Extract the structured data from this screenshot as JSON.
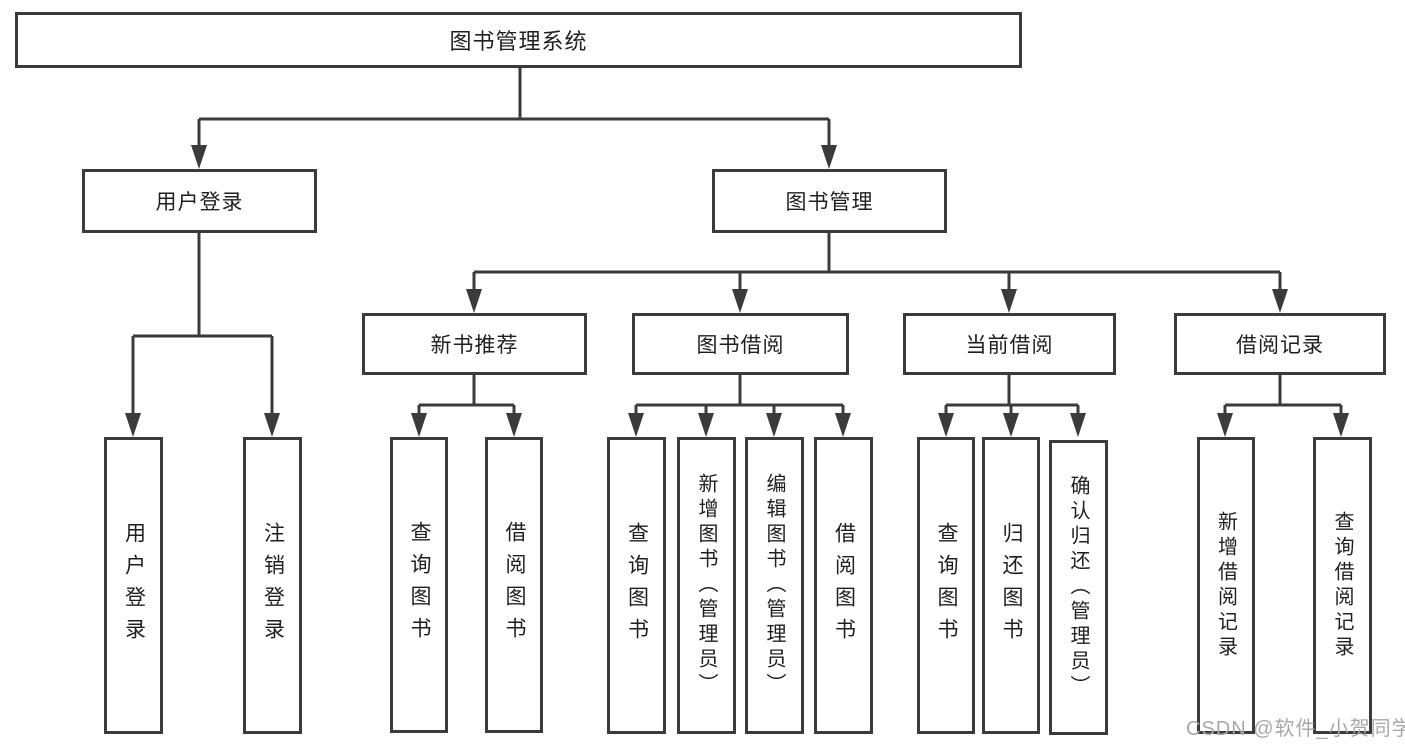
{
  "diagram": {
    "root": "图书管理系统",
    "level2": {
      "user_login": "用户登录",
      "book_mgmt": "图书管理"
    },
    "login_children": {
      "user_login": "用户登录",
      "logout": "注销登录"
    },
    "level3": {
      "new_books": "新书推荐",
      "borrowing": "图书借阅",
      "current": "当前借阅",
      "records": "借阅记录"
    },
    "new_books_children": {
      "query_books": "查询图书",
      "borrow_books": "借阅图书"
    },
    "borrowing_children": {
      "query_books": "查询图书",
      "add_books_admin": "新增图书（管理员）",
      "edit_books_admin": "编辑图书（管理员）",
      "borrow_books": "借阅图书"
    },
    "current_children": {
      "query_books": "查询图书",
      "return_books": "归还图书",
      "confirm_return_admin": "确认归还（管理员）"
    },
    "records_children": {
      "add_record": "新增借阅记录",
      "query_record": "查询借阅记录"
    }
  },
  "watermark": "CSDN @软件_小贺同学",
  "colors": {
    "line": "#3b3b3b",
    "text": "#1f1f1f",
    "watermark": "#a8a8a8",
    "background": "#ffffff"
  }
}
